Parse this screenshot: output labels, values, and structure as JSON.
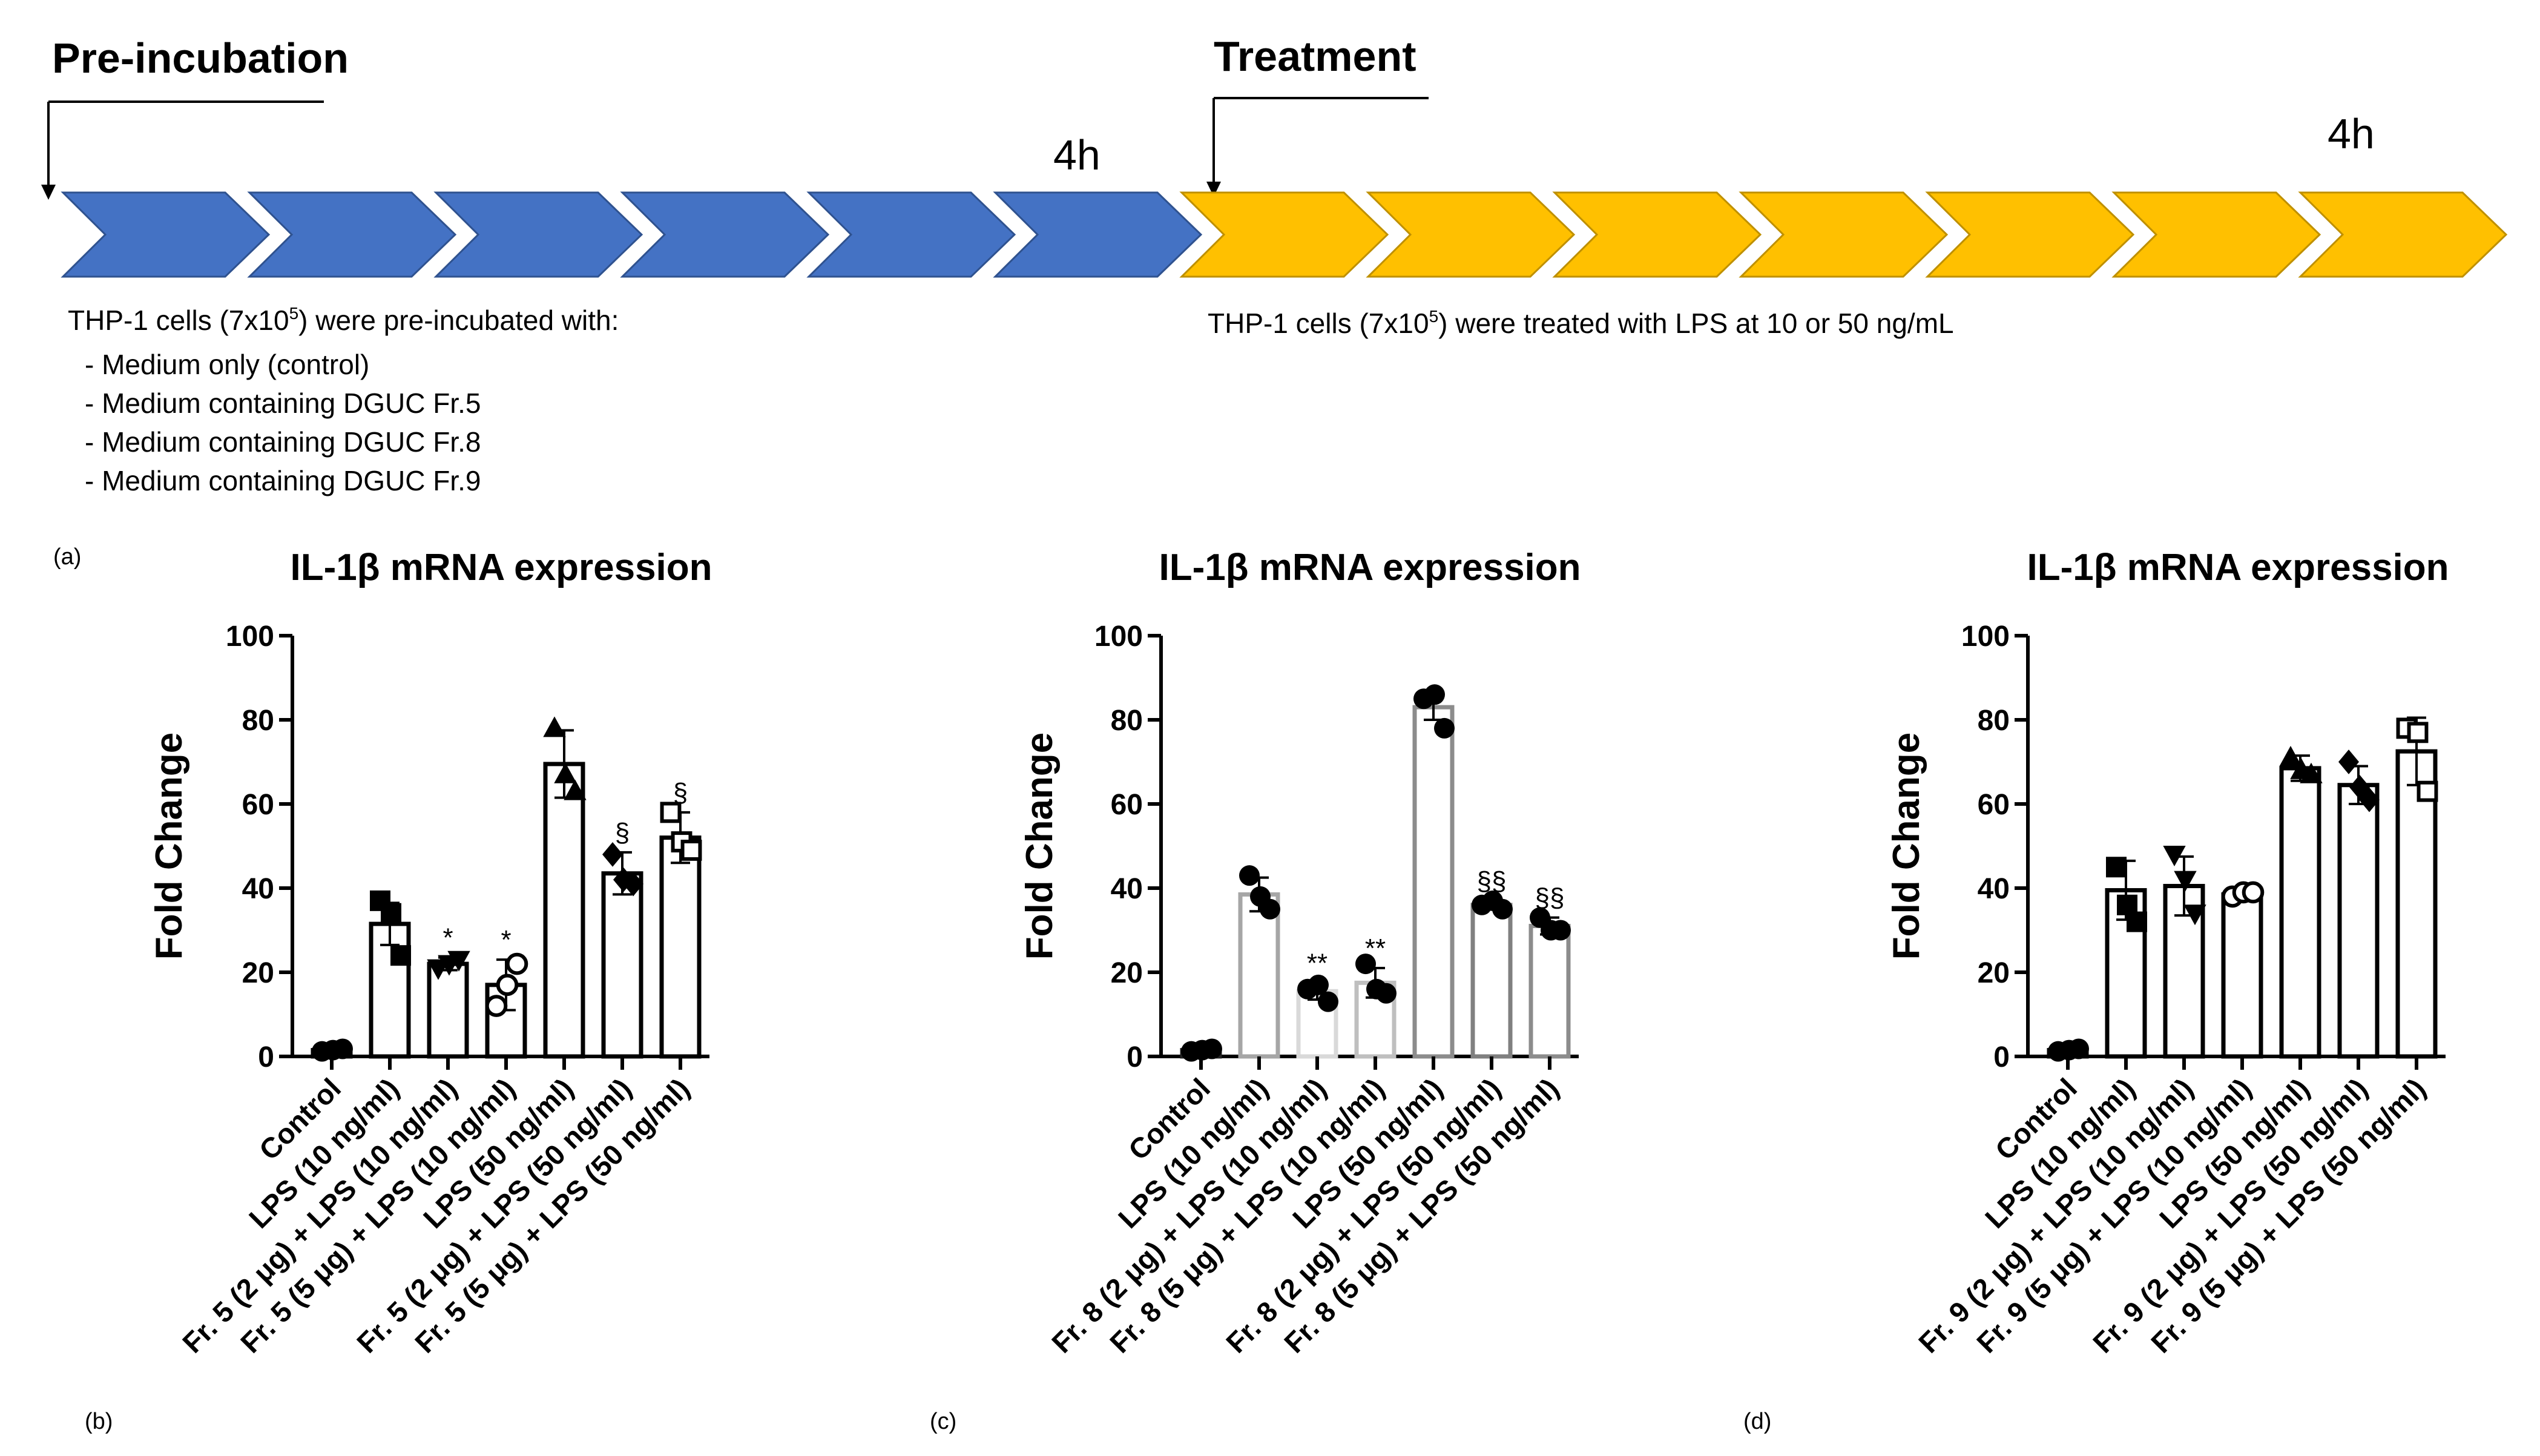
{
  "timeline": {
    "preincubation_title": "Pre-incubation",
    "treatment_title": "Treatment",
    "pre_duration": "4h",
    "treat_duration": "4h",
    "pre_colors": {
      "fill": "#4472C4",
      "stroke": "#2F528F"
    },
    "treat_colors": {
      "fill": "#FFC000",
      "stroke": "#BF9000"
    },
    "pre_text_prefix": "THP-1 cells (7x10",
    "pre_text_sup": "5",
    "pre_text_suffix": ") were pre-incubated with:",
    "pre_items": [
      "- Medium only (control)",
      "- Medium containing DGUC Fr.5",
      "- Medium containing DGUC Fr.8",
      "- Medium containing DGUC Fr.9"
    ],
    "treat_text_prefix": "THP-1 cells (7x10",
    "treat_text_sup": "5",
    "treat_text_suffix": ") were treated with LPS at 10 or 50 ng/mL"
  },
  "panel_labels": {
    "a": "(a)",
    "b": "(b)",
    "c": "(c)",
    "d": "(d)"
  },
  "chart_data": [
    {
      "type": "bar",
      "panel": "(b)",
      "title": "IL-1β mRNA expression",
      "ylabel": "Fold Change",
      "ylim": [
        0,
        100
      ],
      "yticks": [
        0,
        20,
        40,
        60,
        80,
        100
      ],
      "categories": [
        "Control",
        "LPS (10 ng/ml)",
        "Fr. 5 (2 μg) + LPS (10 ng/ml)",
        "Fr. 5 (5 μg) + LPS (10 ng/ml)",
        "LPS (50 ng/ml)",
        "Fr. 5 (2 μg) + LPS (50 ng/ml)",
        "Fr. 5 (5 μg) + LPS (50 ng/ml)"
      ],
      "values": [
        1.5,
        31.5,
        22,
        17,
        69.5,
        43.5,
        52
      ],
      "errors": [
        0.5,
        5,
        1.5,
        6,
        8,
        5,
        6
      ],
      "points": [
        [
          1.2,
          1.5,
          1.8
        ],
        [
          37,
          34,
          24
        ],
        [
          21,
          22,
          23
        ],
        [
          12,
          17,
          22
        ],
        [
          78,
          67,
          63
        ],
        [
          48,
          42,
          41
        ],
        [
          58,
          51,
          49
        ]
      ],
      "markers": [
        "circle",
        "square",
        "triangle-down",
        "open-circle",
        "triangle-up",
        "diamond",
        "open-square"
      ],
      "annotations": [
        "",
        "",
        "*",
        "*",
        "",
        "§",
        "§"
      ],
      "bar_colors": [
        "#000000",
        "#000000",
        "#000000",
        "#000000",
        "#000000",
        "#000000",
        "#000000"
      ],
      "grid": false
    },
    {
      "type": "bar",
      "panel": "(c)",
      "title": "IL-1β mRNA expression",
      "ylabel": "Fold Change",
      "ylim": [
        0,
        100
      ],
      "yticks": [
        0,
        20,
        40,
        60,
        80,
        100
      ],
      "categories": [
        "Control",
        "LPS (10 ng/ml)",
        "Fr. 8 (2 μg) + LPS (10 ng/ml)",
        "Fr. 8 (5 μg) + LPS (10 ng/ml)",
        "LPS (50 ng/ml)",
        "Fr. 8 (2 μg) + LPS (50 ng/ml)",
        "Fr. 8 (5 μg) + LPS (50 ng/ml)"
      ],
      "values": [
        1.5,
        38.5,
        15.5,
        17.5,
        83,
        36,
        31
      ],
      "errors": [
        0.5,
        4,
        2,
        3.5,
        3,
        1,
        2
      ],
      "points": [
        [
          1.2,
          1.5,
          1.8
        ],
        [
          43,
          38,
          35
        ],
        [
          16,
          17,
          13
        ],
        [
          22,
          16,
          15
        ],
        [
          85,
          86,
          78
        ],
        [
          36,
          37,
          35
        ],
        [
          33,
          30,
          30
        ]
      ],
      "markers": [
        "circle",
        "circle",
        "circle",
        "circle",
        "circle",
        "circle",
        "circle"
      ],
      "annotations": [
        "",
        "",
        "**",
        "**",
        "",
        "§§",
        "§§"
      ],
      "bar_colors": [
        "#222222",
        "#A6A6A6",
        "#D9D9D9",
        "#BFBFBF",
        "#8C8C8C",
        "#808080",
        "#8C8C8C"
      ],
      "grid": false
    },
    {
      "type": "bar",
      "panel": "(d)",
      "title": "IL-1β mRNA expression",
      "ylabel": "Fold Change",
      "ylim": [
        0,
        100
      ],
      "yticks": [
        0,
        20,
        40,
        60,
        80,
        100
      ],
      "categories": [
        "Control",
        "LPS (10 ng/ml)",
        "Fr. 9 (2 μg) + LPS (10 ng/ml)",
        "Fr. 9 (5 μg) + LPS (10 ng/ml)",
        "LPS (50 ng/ml)",
        "Fr. 9 (2 μg) + LPS (50 ng/ml)",
        "Fr. 9 (5 μg) + LPS (50 ng/ml)"
      ],
      "values": [
        1.5,
        39.5,
        40.5,
        38.5,
        68.5,
        64.5,
        72.5
      ],
      "errors": [
        0.5,
        7,
        7,
        1.5,
        3,
        4.5,
        8
      ],
      "points": [
        [
          1.2,
          1.5,
          1.8
        ],
        [
          45,
          36,
          32
        ],
        [
          48,
          42,
          34
        ],
        [
          38,
          39,
          39
        ],
        [
          71,
          68,
          67
        ],
        [
          70,
          64,
          61
        ],
        [
          78,
          77,
          63
        ]
      ],
      "markers": [
        "circle",
        "square",
        "triangle-down",
        "open-circle",
        "triangle-up",
        "diamond",
        "open-square"
      ],
      "annotations": [
        "",
        "",
        "",
        "",
        "",
        "",
        ""
      ],
      "bar_colors": [
        "#000000",
        "#000000",
        "#000000",
        "#000000",
        "#000000",
        "#000000",
        "#000000"
      ],
      "grid": false
    }
  ]
}
